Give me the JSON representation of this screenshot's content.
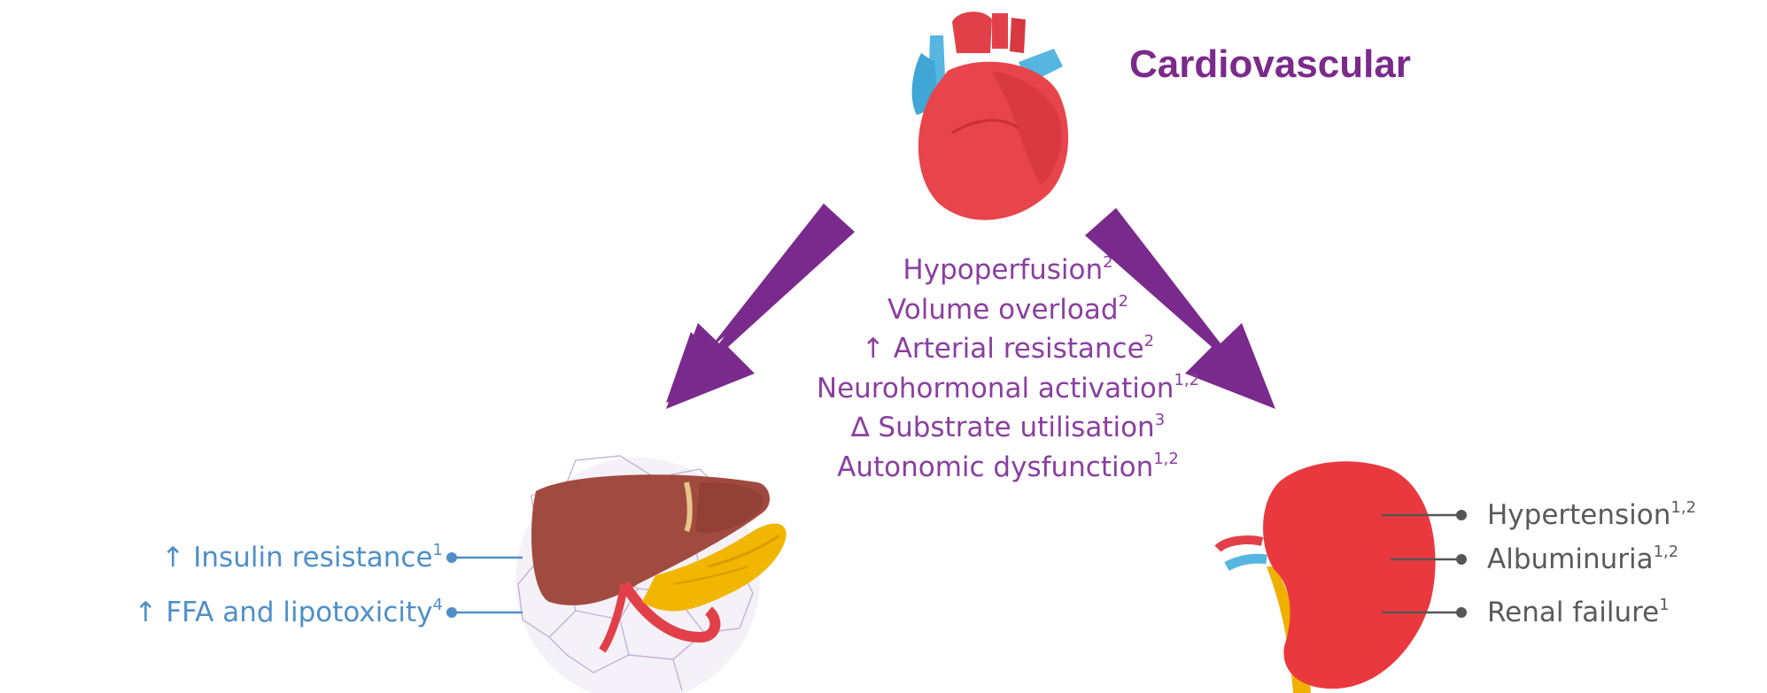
{
  "title": "Cardiovascular",
  "mechanisms": [
    {
      "text": "Hypoperfusion",
      "sup": "2"
    },
    {
      "text": "Volume overload",
      "sup": "2"
    },
    {
      "text": "↑ Arterial resistance",
      "sup": "2"
    },
    {
      "text": "Neurohormonal activation",
      "sup": "1,2"
    },
    {
      "text": "∆ Substrate utilisation",
      "sup": "3"
    },
    {
      "text": "Autonomic dysfunction",
      "sup": "1,2"
    }
  ],
  "metabolic_effects": [
    {
      "text": "↑ Insulin resistance",
      "sup": "1"
    },
    {
      "text": "↑ FFA and lipotoxicity",
      "sup": "4"
    }
  ],
  "renal_effects": [
    {
      "text": "Hypertension",
      "sup": "1,2"
    },
    {
      "text": "Albuminuria",
      "sup": "1,2"
    },
    {
      "text": "Renal failure",
      "sup": "1"
    }
  ],
  "colors": {
    "arrow": "#7a2a8c",
    "title": "#7b2a8c",
    "mechanism_text": "#8a3fa0",
    "metabolic_text": "#4f8fc8",
    "renal_text": "#5a5a5a",
    "heart": "#e8444b",
    "vessel_blue": "#56b6e0",
    "liver": "#a04a3e",
    "pancreas": "#f0b400",
    "kidney": "#e9393f",
    "ureter": "#efb000"
  }
}
